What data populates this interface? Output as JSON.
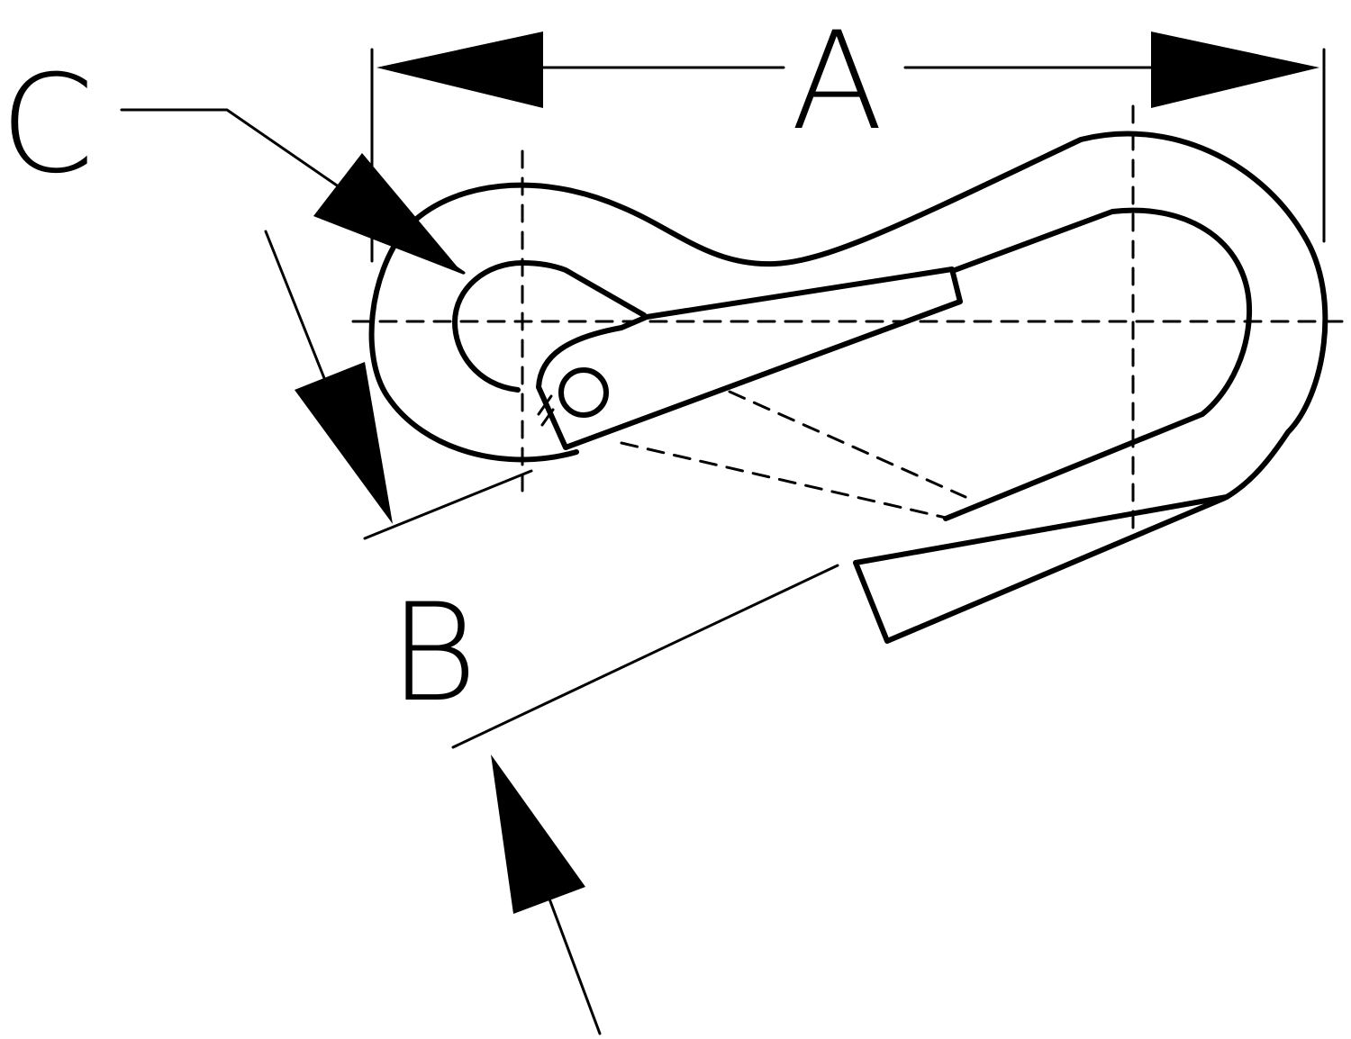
{
  "diagram": {
    "labels": {
      "a": "A",
      "b": "B",
      "c": "C"
    },
    "colors": {
      "ink": "#000000",
      "background": "#ffffff"
    }
  }
}
